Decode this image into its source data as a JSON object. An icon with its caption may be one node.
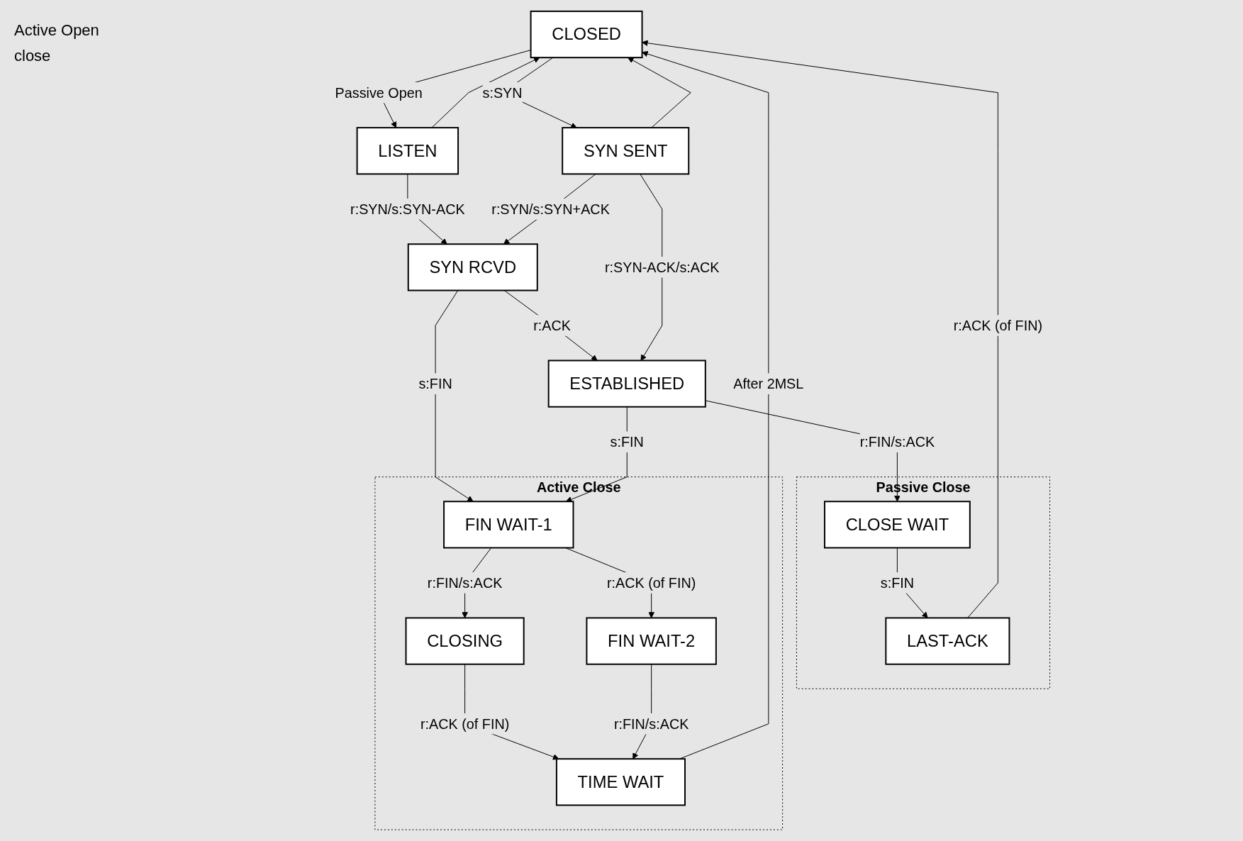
{
  "diagram": {
    "nodes": [
      {
        "text": [
          "CLOSED"
        ]
      },
      {
        "text": [
          "LISTEN"
        ]
      },
      {
        "text": [
          "SYN RCVD"
        ]
      },
      {
        "text": [
          "SYN SENT"
        ]
      },
      {
        "text": [
          "ESTABLISHED"
        ]
      },
      {
        "text": [
          "Passive Close"
        ]
      },
      {
        "text": [
          "CLOSE WAIT"
        ],
        "in": 5
      },
      {
        "text": [
          "LAST-ACK"
        ],
        "in": 5
      },
      {
        "text": [
          "Active Close"
        ]
      },
      {
        "text": [
          "FIN WAIT-1"
        ],
        "in": 8
      },
      {
        "text": [
          "CLOSING"
        ],
        "in": 8
      },
      {
        "text": [
          "FIN WAIT-2"
        ],
        "in": 8
      },
      {
        "text": [
          "TIME WAIT"
        ],
        "in": 8
      }
    ],
    "edges": [
      {
        "from": 0,
        "to": 1,
        "arrow": "to",
        "label": "Passive Open"
      },
      {
        "from": 1,
        "to": 0,
        "arrow": "to"
      },
      {
        "from": 0,
        "to": 3,
        "arrow": "to",
        "label": "s:SYN"
      },
      {
        "from": 1,
        "to": 2,
        "arrow": "to",
        "label": "r:SYN/s:SYN-ACK"
      },
      {
        "from": 3,
        "to": 2,
        "arrow": "to",
        "label": "r:SYN/s:SYN+ACK"
      },
      {
        "from": 3,
        "to": 0,
        "arrow": "to"
      },
      {
        "from": 2,
        "to": 4,
        "arrow": "to",
        "label": "r:ACK"
      },
      {
        "from": 3,
        "to": 4,
        "arrow": "to",
        "label": "r:SYN-ACK/s:ACK"
      },
      {
        "from": 2,
        "to": 9,
        "arrow": "to",
        "label": "s:FIN"
      },
      {
        "from": 4,
        "to": 6,
        "arrow": "to",
        "label": "r:FIN/s:ACK"
      },
      {
        "from": 4,
        "to": 9,
        "arrow": "to",
        "label": "s:FIN"
      },
      {
        "from": 6,
        "to": 7,
        "arrow": "to",
        "label": "s:FIN"
      },
      {
        "from": 7,
        "to": 0,
        "arrow": "to",
        "label": "r:ACK (of FIN)"
      },
      {
        "from": 9,
        "to": 10,
        "arrow": "to",
        "label": "r:FIN/s:ACK"
      },
      {
        "from": 9,
        "to": 11,
        "arrow": "to",
        "label": "r:ACK (of FIN)"
      },
      {
        "from": 10,
        "to": 12,
        "arrow": "to",
        "label": "r:ACK (of FIN)"
      },
      {
        "from": 11,
        "to": 12,
        "arrow": "to",
        "label": "r:FIN/s:ACK"
      },
      {
        "from": 12,
        "to": 0,
        "arrow": "to",
        "label": "After 2MSL"
      }
    ],
    "labels": [
      "Active Open",
      "close"
    ]
  }
}
